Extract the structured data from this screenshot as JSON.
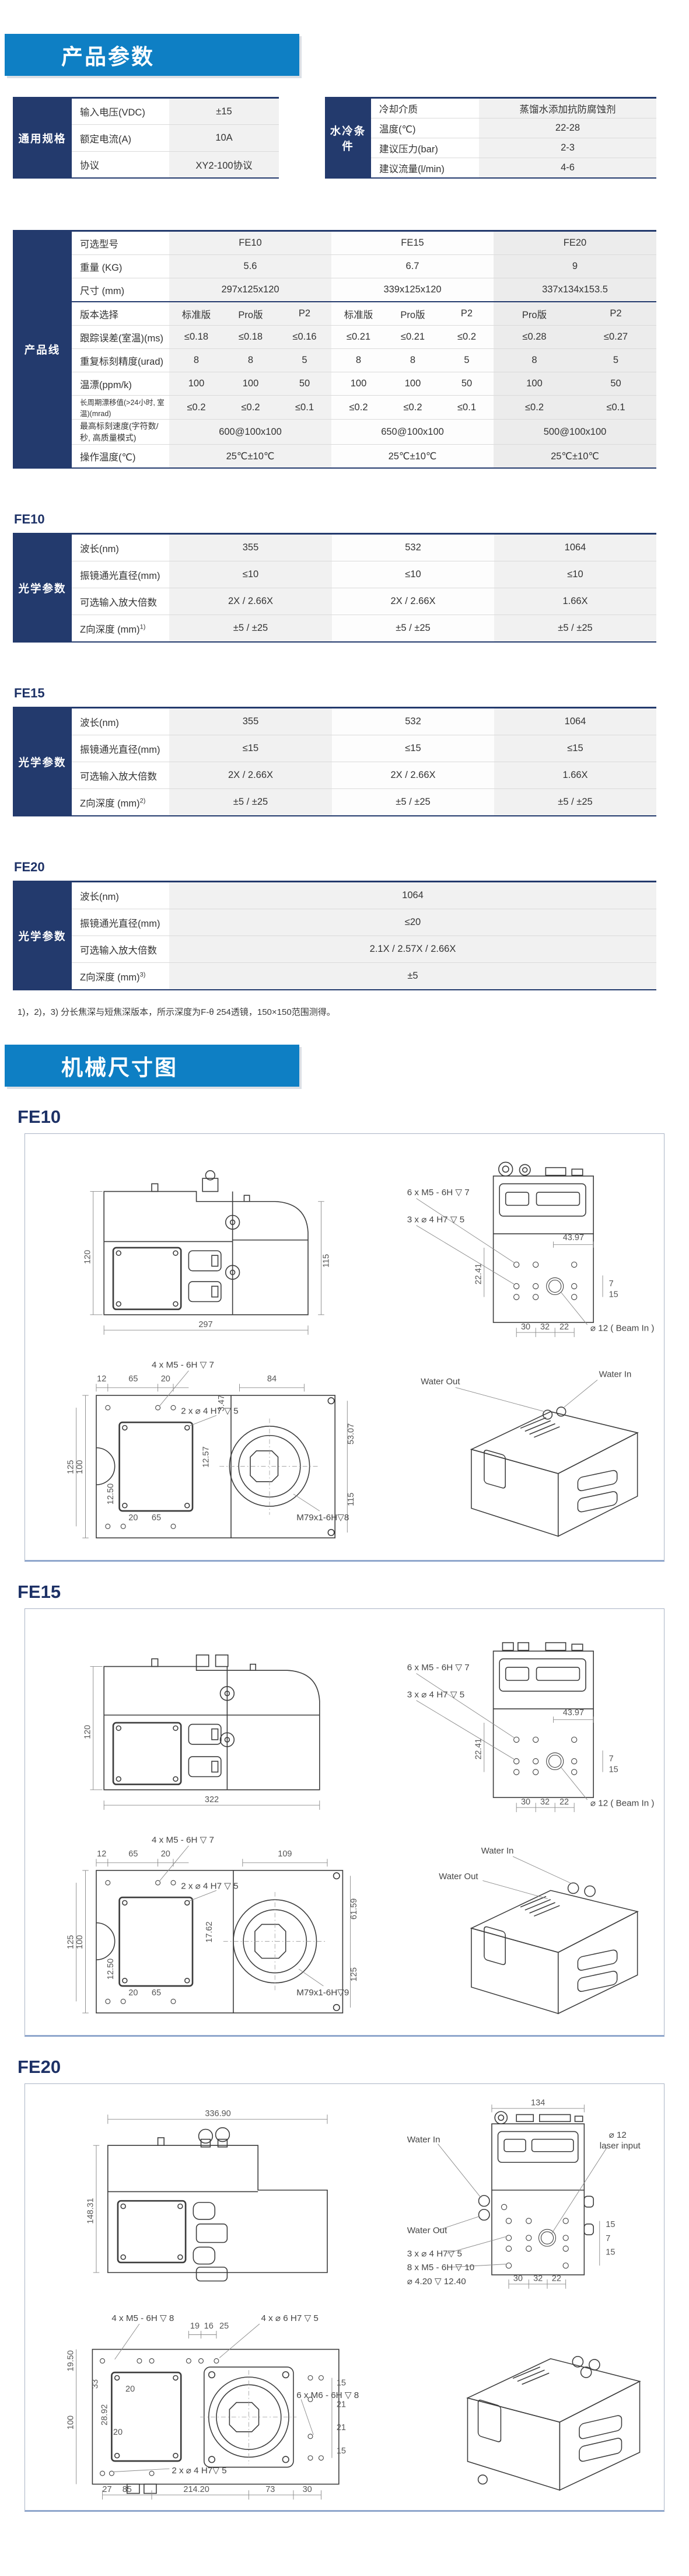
{
  "banners": {
    "product_params": "产品参数",
    "mech_dims": "机械尺寸图"
  },
  "general_table": {
    "header": "通用规格",
    "rows": [
      {
        "label": "输入电压(VDC)",
        "value": "±15"
      },
      {
        "label": "额定电流(A)",
        "value": "10A"
      },
      {
        "label": "协议",
        "value": "XY2-100协议"
      }
    ]
  },
  "cooling_table": {
    "header": "水冷条件",
    "rows": [
      {
        "label": "冷却介质",
        "value": "蒸馏水添加抗防腐蚀剂"
      },
      {
        "label": "温度(℃)",
        "value": "22-28"
      },
      {
        "label": "建议压力(bar)",
        "value": "2-3"
      },
      {
        "label": "建议流量(l/min)",
        "value": "4-6"
      }
    ]
  },
  "product_line": {
    "header": "产品线",
    "row_labels": [
      "可选型号",
      "重量 (KG)",
      "尺寸 (mm)",
      "版本选择",
      "跟踪误差(室温)(ms)",
      "重复标刻精度(urad)",
      "温漂(ppm/k)",
      "长周期漂移值(>24小时, 室温)(mrad)",
      "最高标刻速度(字符数/秒, 高质量模式)",
      "操作温度(℃)"
    ],
    "models": [
      "FE10",
      "FE15",
      "FE20"
    ],
    "weight": [
      "5.6",
      "6.7",
      "9"
    ],
    "size": [
      "297x125x120",
      "339x125x120",
      "337x134x153.5"
    ],
    "versions": {
      "fe10": [
        "标准版",
        "Pro版",
        "P2"
      ],
      "fe15": [
        "标准版",
        "Pro版",
        "P2"
      ],
      "fe20": [
        "Pro版",
        "P2"
      ]
    },
    "tracking": {
      "fe10": [
        "≤0.18",
        "≤0.18",
        "≤0.16"
      ],
      "fe15": [
        "≤0.21",
        "≤0.21",
        "≤0.2"
      ],
      "fe20": [
        "≤0.28",
        "≤0.27"
      ]
    },
    "repeatability": {
      "fe10": [
        "8",
        "8",
        "5"
      ],
      "fe15": [
        "8",
        "8",
        "5"
      ],
      "fe20": [
        "8",
        "5"
      ]
    },
    "temp_drift": {
      "fe10": [
        "100",
        "100",
        "50"
      ],
      "fe15": [
        "100",
        "100",
        "50"
      ],
      "fe20": [
        "100",
        "50"
      ]
    },
    "long_term_drift": {
      "fe10": [
        "≤0.2",
        "≤0.2",
        "≤0.1"
      ],
      "fe15": [
        "≤0.2",
        "≤0.2",
        "≤0.1"
      ],
      "fe20": [
        "≤0.2",
        "≤0.1"
      ]
    },
    "max_speed": [
      "600@100x100",
      "650@100x100",
      "500@100x100"
    ],
    "op_temp": [
      "25℃±10℃",
      "25℃±10℃",
      "25℃±10℃"
    ]
  },
  "optical": {
    "header": "光学参数",
    "labels": {
      "wavelength": "波长(nm)",
      "aperture": "振镜通光直径(mm)",
      "magnification": "可选输入放大倍数",
      "z_depth": "Z向深度 (mm)"
    },
    "fe10": {
      "title": "FE10",
      "sup": "1)",
      "wavelength": [
        "355",
        "532",
        "1064"
      ],
      "aperture": [
        "≤10",
        "≤10",
        "≤10"
      ],
      "magnification": [
        "2X / 2.66X",
        "2X / 2.66X",
        "1.66X"
      ],
      "z_depth": [
        "±5 / ±25",
        "±5 / ±25",
        "±5 / ±25"
      ]
    },
    "fe15": {
      "title": "FE15",
      "sup": "2)",
      "wavelength": [
        "355",
        "532",
        "1064"
      ],
      "aperture": [
        "≤15",
        "≤15",
        "≤15"
      ],
      "magnification": [
        "2X / 2.66X",
        "2X / 2.66X",
        "1.66X"
      ],
      "z_depth": [
        "±5 / ±25",
        "±5 / ±25",
        "±5 / ±25"
      ]
    },
    "fe20": {
      "title": "FE20",
      "sup": "3)",
      "wavelength": [
        "1064"
      ],
      "aperture": [
        "≤20"
      ],
      "magnification": [
        "2.1X / 2.57X / 2.66X"
      ],
      "z_depth": [
        "±5"
      ]
    }
  },
  "footnote": "1)，2)，3) 分长焦深与短焦深版本，所示深度为F-θ 254透镜，150×150范围测得。",
  "drawings": {
    "fe10": {
      "title": "FE10",
      "side": {
        "h": "120",
        "h2": "115",
        "w": "297"
      },
      "rear": {
        "n1": "6 x M5 - 6H ▽ 7",
        "n2": "3 x ⌀ 4 H7 ▽ 5",
        "d1": "43.97",
        "d2": "22.41",
        "d3": "7",
        "d4": "15",
        "d5": "30",
        "d6": "32",
        "d7": "22",
        "beam": "⌀ 12 ( Beam In )"
      },
      "bottom": {
        "n1": "4 x M5 - 6H ▽ 7",
        "n2": "2 x ⌀ 4 H7 ▽ 5",
        "n3": "M79x1-6H▽8",
        "d1": "12.50",
        "d2": "12",
        "d3": "65",
        "d4": "20",
        "d5": "3.47",
        "d6": "84",
        "d7": "125",
        "d8": "100",
        "d9": "20",
        "d10": "65",
        "d11": "12.57",
        "d12": "53.07",
        "d13": "115"
      },
      "iso": {
        "out": "Water Out",
        "in": "Water In"
      }
    },
    "fe15": {
      "title": "FE15",
      "side": {
        "h": "120",
        "w": "322"
      },
      "rear": {
        "n1": "6 x M5 - 6H ▽ 7",
        "n2": "3 x ⌀ 4 H7 ▽ 5",
        "d1": "43.97",
        "d2": "22.41",
        "d3": "7",
        "d4": "15",
        "d5": "30",
        "d6": "32",
        "d7": "22",
        "beam": "⌀ 12 ( Beam In )"
      },
      "bottom": {
        "n1": "4 x M5 - 6H ▽ 7",
        "n2": "2 x ⌀ 4 H7 ▽ 5",
        "n3": "M79x1-6H▽9",
        "d1": "12.50",
        "d2": "12",
        "d3": "65",
        "d4": "20",
        "d5": "109",
        "d6": "125",
        "d7": "100",
        "d8": "20",
        "d9": "65",
        "d10": "17.62",
        "d11": "61.59",
        "d12": "125"
      },
      "iso": {
        "in": "Water In",
        "out": "Water Out"
      }
    },
    "fe20": {
      "title": "FE20",
      "side": {
        "w": "336.90",
        "h": "148.31"
      },
      "rear": {
        "d1": "134",
        "win": "Water In",
        "wout": "Water Out",
        "laser1": "⌀ 12",
        "laser2": "laser input",
        "n1": "3 x ⌀ 4 H7▽ 5",
        "n2": "8 x M5 - 6H ▽ 10",
        "n3": "⌀ 4.20 ▽ 12.40",
        "d5": "30",
        "d6": "32",
        "d7": "22",
        "d8": "15",
        "d9": "7",
        "d10": "15"
      },
      "bottom": {
        "d0": "19.50",
        "n1": "4 x M5 - 6H ▽ 8",
        "da": "19",
        "db": "16",
        "dc": "25",
        "n2": "4 x ⌀ 6 H7 ▽ 5",
        "d1": "33",
        "d2": "20",
        "d3": "28.92",
        "d4": "100",
        "d5": "20",
        "n3": "2 x ⌀ 4 H7▽ 5",
        "n4": "6 x M6 - 6H ▽ 8",
        "d6": "27",
        "d7": "85",
        "d8": "214.20",
        "d9": "73",
        "d10": "30",
        "r1": "15",
        "r2": "21",
        "r3": "21",
        "r4": "15"
      }
    }
  }
}
